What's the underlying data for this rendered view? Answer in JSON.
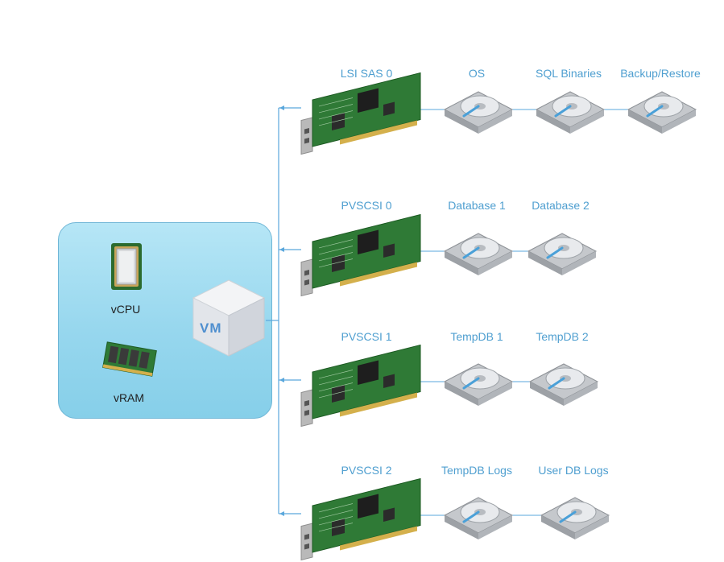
{
  "vm": {
    "label": "VM",
    "components": [
      {
        "id": "vcpu",
        "label": "vCPU",
        "icon": "cpu-chip-icon"
      },
      {
        "id": "vram",
        "label": "vRAM",
        "icon": "ram-module-icon"
      }
    ]
  },
  "controllers": [
    {
      "label": "LSI SAS 0",
      "icon": "scsi-controller-card-icon",
      "disks": [
        "OS",
        "SQL Binaries",
        "Backup/Restore"
      ]
    },
    {
      "label": "PVSCSI 0",
      "icon": "scsi-controller-card-icon",
      "disks": [
        "Database 1",
        "Database 2"
      ]
    },
    {
      "label": "PVSCSI 1",
      "icon": "scsi-controller-card-icon",
      "disks": [
        "TempDB 1",
        "TempDB 2"
      ]
    },
    {
      "label": "PVSCSI 2",
      "icon": "scsi-controller-card-icon",
      "disks": [
        "TempDB Logs",
        "User DB Logs"
      ]
    }
  ],
  "colors": {
    "label": "#4f9fd0",
    "connector": "#5aa7dc",
    "vm_box": "#9fdcf1",
    "card_pcb": "#2f7a36",
    "card_bracket": "#b9b9b9"
  }
}
